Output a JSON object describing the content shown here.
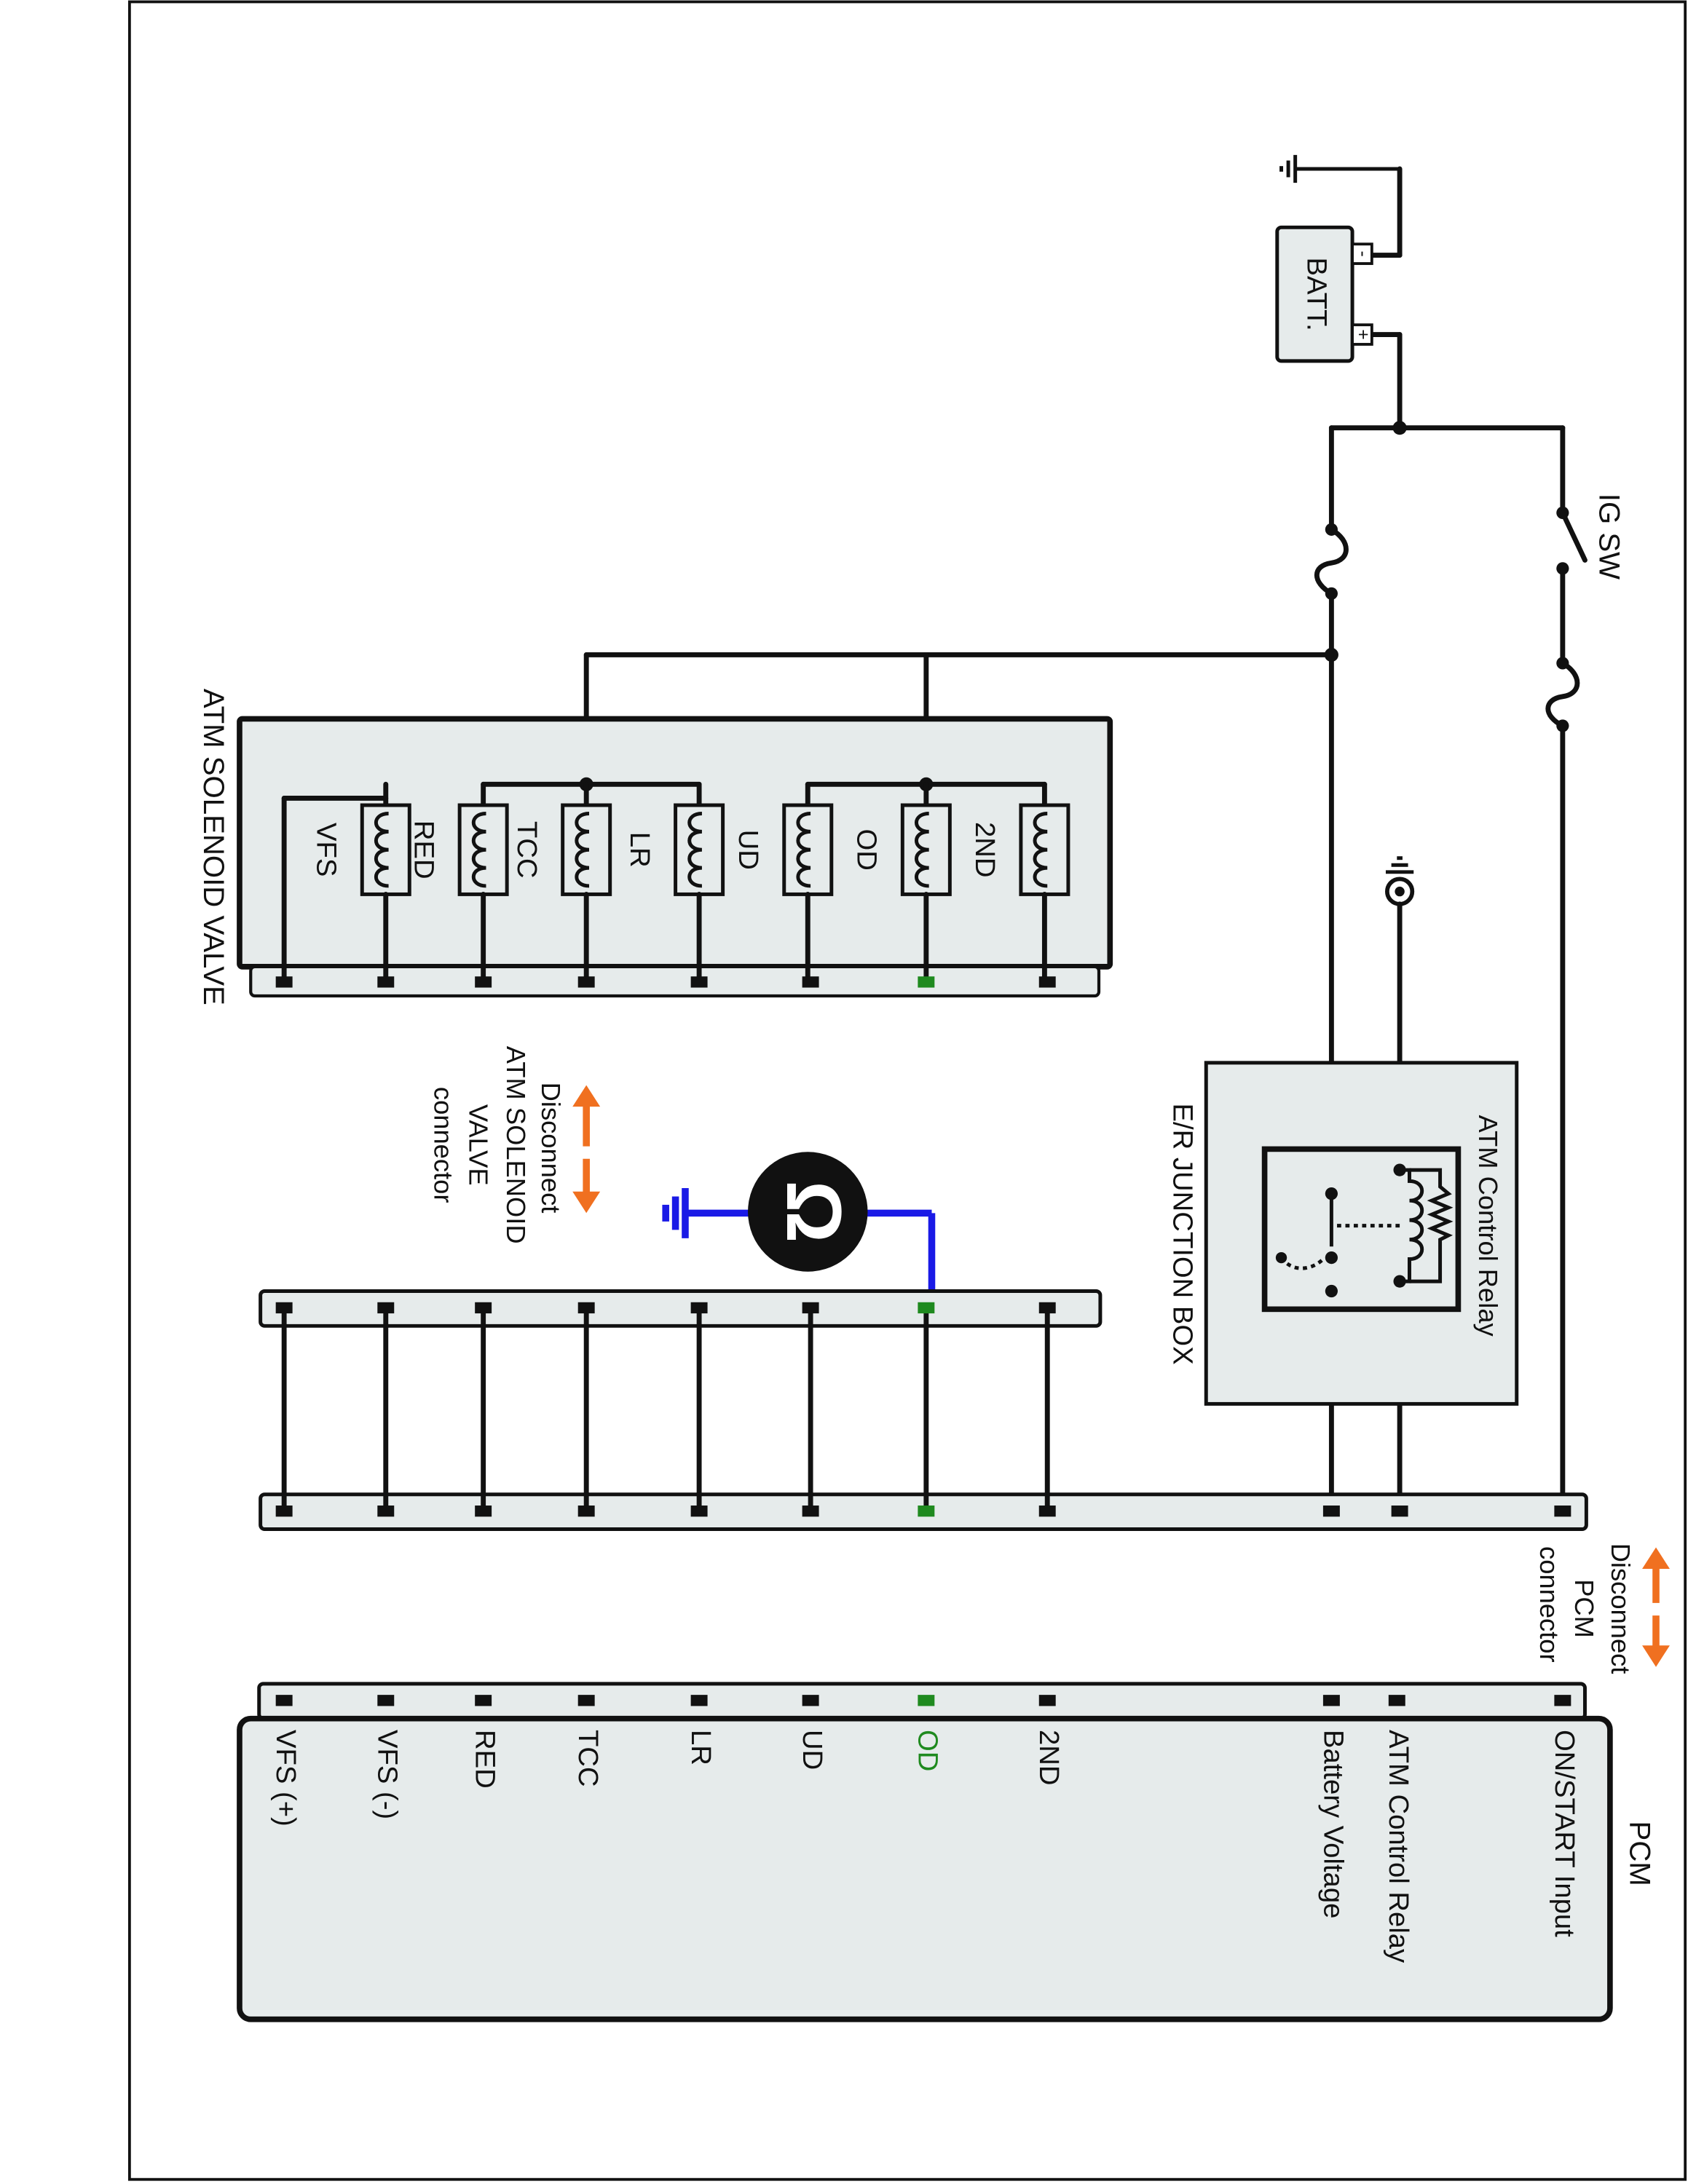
{
  "battery": {
    "label": "BATT.",
    "plus": "+",
    "minus": "-"
  },
  "ig_switch": {
    "label": "IG SW"
  },
  "junction_box": {
    "label": "E/R JUNCTION BOX",
    "relay_label": "ATM Control Relay"
  },
  "solenoid_valve": {
    "label": "ATM SOLENOID VALVE",
    "solenoids": [
      "2ND",
      "OD",
      "UD",
      "LR",
      "TCC",
      "RED",
      "VFS"
    ]
  },
  "disconnect_solenoid": [
    "Disconnect",
    "ATM SOLENOID",
    "VALVE",
    "connector"
  ],
  "disconnect_pcm": [
    "Disconnect",
    "PCM",
    "connector"
  ],
  "ohmmeter": {
    "symbol": "Ω"
  },
  "pcm": {
    "label": "PCM",
    "terminals": [
      "ON/START Input",
      "ATM Control Relay",
      "Battery Voltage",
      "2ND",
      "OD",
      "UD",
      "LR",
      "TCC",
      "RED",
      "VFS (-)",
      "VFS (+)"
    ],
    "highlight": "OD"
  },
  "colors": {
    "highlight_pin": "#1f8a1f",
    "meter_lead": "#1a1ae6",
    "arrow": "#f07020",
    "body_fill": "#e6ebeb"
  }
}
